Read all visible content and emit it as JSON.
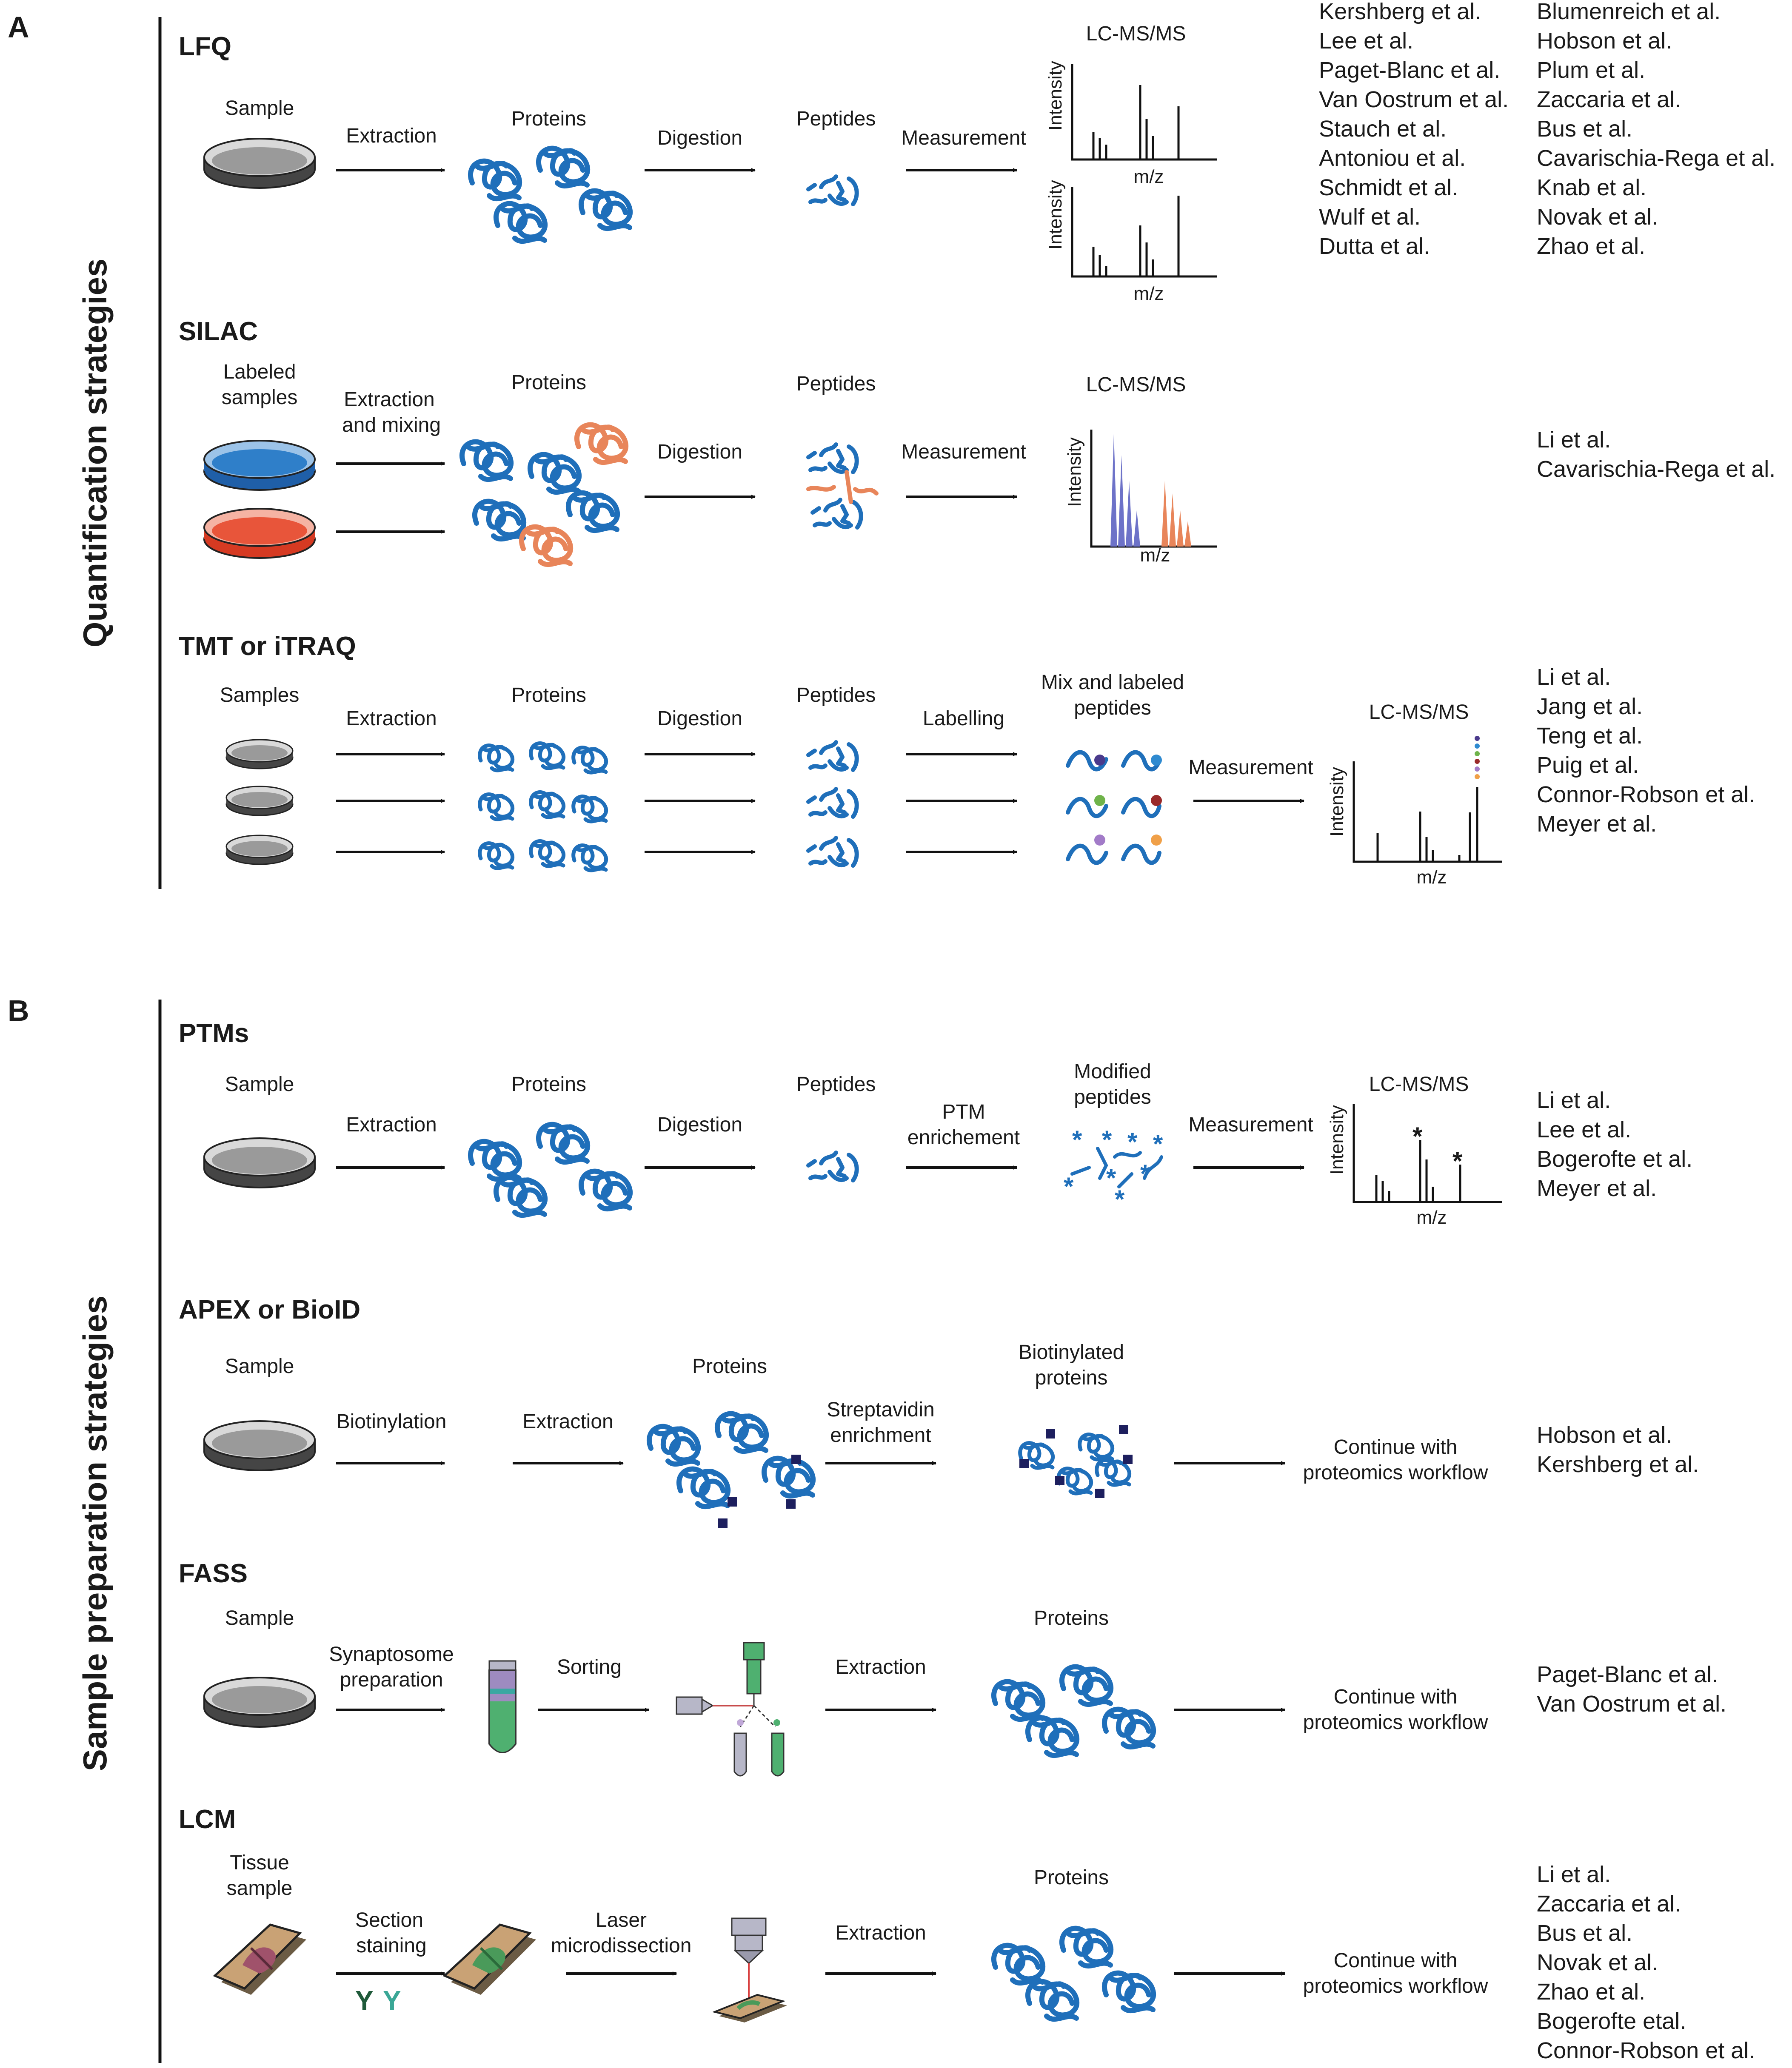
{
  "panels": {
    "a": "A",
    "b": "B"
  },
  "sides": {
    "quant": "Quantification strategies",
    "prep": "Sample preparation strategies"
  },
  "common": {
    "lcms": "LC-MS/MS",
    "intensity": "Intensity",
    "mz": "m/z",
    "continue1": "Continue with",
    "continue2": "proteomics workflow"
  },
  "lfq": {
    "title": "LFQ",
    "sample": "Sample",
    "extraction": "Extraction",
    "proteins": "Proteins",
    "digestion": "Digestion",
    "peptides": "Peptides",
    "measurement": "Measurement",
    "refs_col1": [
      "Kershberg et al.",
      "Lee et al.",
      "Paget-Blanc et al.",
      "Van Oostrum et al.",
      "Stauch et al.",
      "Antoniou et al.",
      "Schmidt et al.",
      "Wulf et al.",
      "Dutta et al."
    ],
    "refs_col2": [
      "Blumenreich et al.",
      "Hobson et al.",
      "Plum et al.",
      "Zaccaria et al.",
      "Bus et al.",
      "Cavarischia-Rega et al.",
      "Knab et al.",
      "Novak et al.",
      "Zhao et al."
    ]
  },
  "silac": {
    "title": "SILAC",
    "sample1": "Labeled",
    "sample2": "samples",
    "extraction1": "Extraction",
    "extraction2": "and mixing",
    "proteins": "Proteins",
    "digestion": "Digestion",
    "peptides": "Peptides",
    "measurement": "Measurement",
    "refs": [
      "Li et al.",
      "Cavarischia-Rega et al."
    ]
  },
  "tmt": {
    "title": "TMT or iTRAQ",
    "samples": "Samples",
    "extraction": "Extraction",
    "proteins": "Proteins",
    "digestion": "Digestion",
    "peptides": "Peptides",
    "labelling": "Labelling",
    "mix1": "Mix and labeled",
    "mix2": "peptides",
    "measurement": "Measurement",
    "refs": [
      "Li et al.",
      "Jang et al.",
      "Teng et al.",
      "Puig et al.",
      "Connor-Robson et al.",
      "Meyer et al."
    ]
  },
  "ptm": {
    "title": "PTMs",
    "sample": "Sample",
    "extraction": "Extraction",
    "proteins": "Proteins",
    "digestion": "Digestion",
    "peptides": "Peptides",
    "enrich1": "PTM",
    "enrich2": "enrichement",
    "mod1": "Modified",
    "mod2": "peptides",
    "measurement": "Measurement",
    "refs": [
      "Li et al.",
      "Lee et al.",
      "Bogerofte et al.",
      "Meyer et al."
    ]
  },
  "apex": {
    "title": "APEX or BioID",
    "sample": "Sample",
    "biotinylation": "Biotinylation",
    "extraction": "Extraction",
    "proteins": "Proteins",
    "strep1": "Streptavidin",
    "strep2": "enrichment",
    "bio1": "Biotinylated",
    "bio2": "proteins",
    "refs": [
      "Hobson et al.",
      "Kershberg et al."
    ]
  },
  "fass": {
    "title": "FASS",
    "sample": "Sample",
    "syn1": "Synaptosome",
    "syn2": "preparation",
    "sorting": "Sorting",
    "extraction": "Extraction",
    "proteins": "Proteins",
    "refs": [
      "Paget-Blanc et al.",
      "Van Oostrum et al."
    ]
  },
  "lcm": {
    "title": "LCM",
    "tissue1": "Tissue",
    "tissue2": "sample",
    "section1": "Section",
    "section2": "staining",
    "laser1": "Laser",
    "laser2": "microdissection",
    "extraction": "Extraction",
    "proteins": "Proteins",
    "antibody": "Y",
    "refs": [
      "Li et al.",
      "Zaccaria et al.",
      "Bus et al.",
      "Novak et al.",
      "Zhao et al.",
      "Bogerofte etal.",
      "Connor-Robson et al."
    ]
  },
  "colors": {
    "protein": "#1f6fba",
    "heavy": "#e8855a",
    "light_dish": "#2f7fc9",
    "heavy_dish": "#e8553a",
    "biotin": "#1d1f5e",
    "spec_light": "#6d72c8",
    "spec_heavy": "#e8855a",
    "tmt_tags": [
      "#4a3a8c",
      "#2f8ad0",
      "#6fb34a",
      "#9a2a2a",
      "#a27bc8",
      "#f0a048"
    ]
  }
}
